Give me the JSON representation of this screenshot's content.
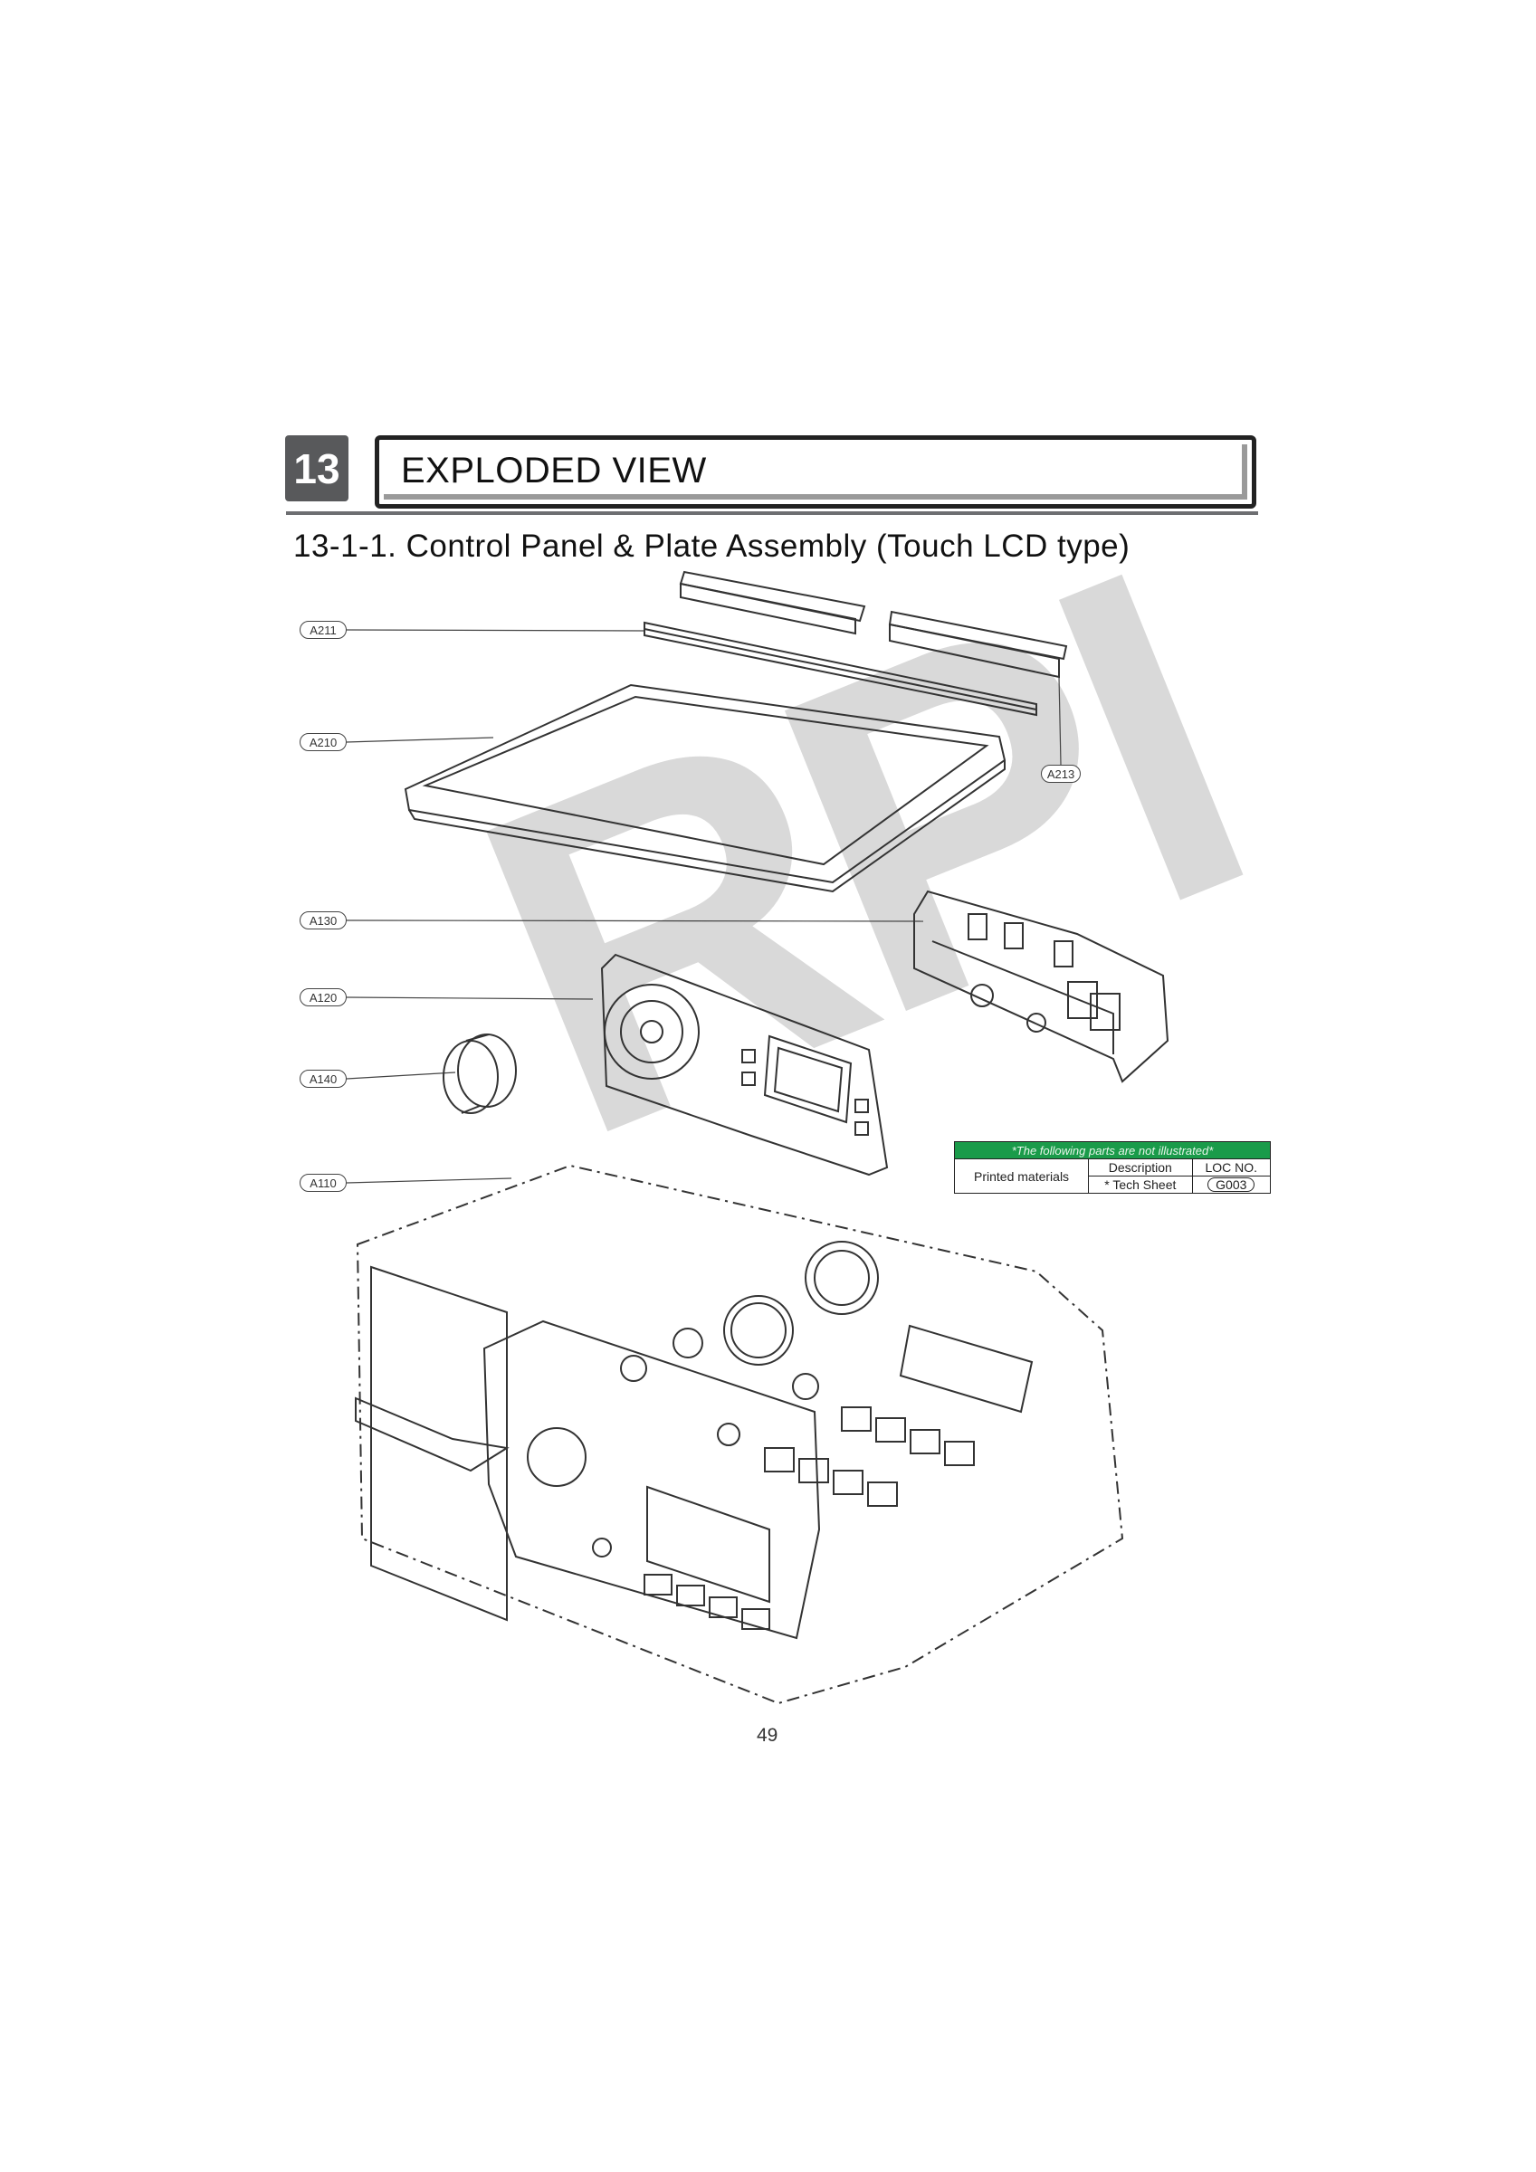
{
  "header": {
    "section_number": "13",
    "section_title": "EXPLODED VIEW"
  },
  "subtitle": "13-1-1. Control Panel & Plate Assembly (Touch LCD type)",
  "watermark": "RPI",
  "callouts": {
    "a211": "A211",
    "a210": "A210",
    "a213": "A213",
    "a130": "A130",
    "a120": "A120",
    "a140": "A140",
    "a110": "A110"
  },
  "printed_materials": {
    "note": "*The following parts are not illustrated*",
    "row_label": "Printed materials",
    "col_description": "Description",
    "col_loc": "LOC NO.",
    "item_description": "* Tech Sheet",
    "item_loc": "G003"
  },
  "page_number": "49"
}
